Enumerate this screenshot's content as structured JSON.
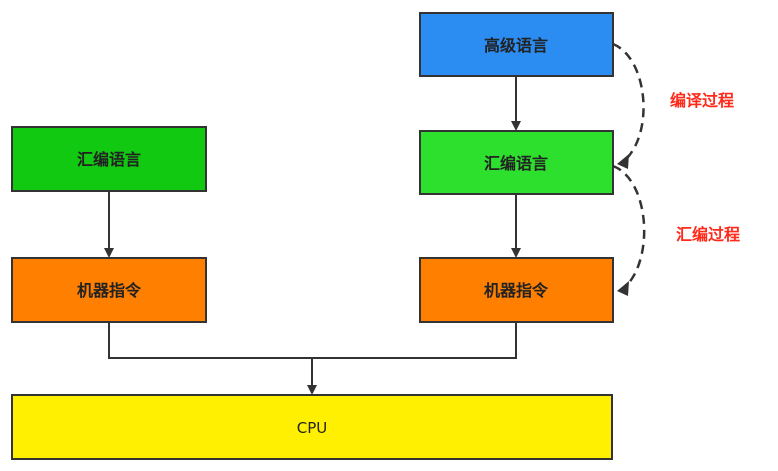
{
  "colors": {
    "high_level": "#2b8cf2",
    "assembly_left": "#12c912",
    "assembly_right": "#2ee02e",
    "machine": "#ff7f00",
    "cpu": "#ffef00",
    "border": "#333333",
    "process_label": "#ff2a1a",
    "line": "#333333"
  },
  "left_column": {
    "assembly_label": "汇编语言",
    "machine_label": "机器指令"
  },
  "right_column": {
    "high_level_label": "高级语言",
    "assembly_label": "汇编语言",
    "machine_label": "机器指令"
  },
  "processes": {
    "compile_label": "编译过程",
    "assemble_label": "汇编过程"
  },
  "cpu": {
    "label": "CPU"
  }
}
